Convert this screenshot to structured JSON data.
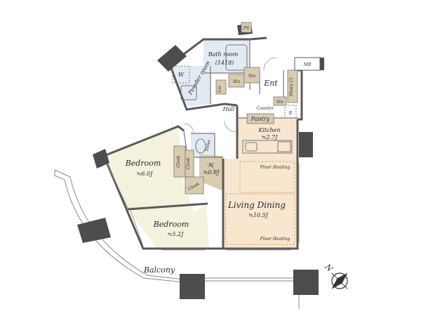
{
  "colors": {
    "wall": "#5a5a5a",
    "wall_dark": "#4d4d4d",
    "bedroom": "#f4f1dc",
    "living": "#f8e6cf",
    "wet_area": "#e2eaf3",
    "storage": "#d8cbb0",
    "floor_heating_line": "#d8a86a",
    "line": "#777777"
  },
  "rooms": {
    "bathroom": {
      "name": "Bath room",
      "size": "(1418)"
    },
    "powder": {
      "name": "Powder room"
    },
    "washer": {
      "name": "W"
    },
    "lin": {
      "name": "Lin"
    },
    "sto1": {
      "name": "Sto"
    },
    "sto2": {
      "name": "Sto"
    },
    "sto3": {
      "name": "Sto"
    },
    "ps": {
      "name": "PS"
    },
    "entrance": {
      "name": "Ent"
    },
    "shoes": {
      "name": "Shoes Cl."
    },
    "mb": {
      "name": "MB"
    },
    "hall": {
      "name": "Hall"
    },
    "counter": {
      "name": "Counter"
    },
    "r": {
      "name": "R"
    },
    "pantry": {
      "name": "Pantry"
    },
    "kitchen": {
      "name": "Kitchen",
      "size": "≒2.7J"
    },
    "toilet": {
      "name": "Toilet"
    },
    "cloak1": {
      "name": "Cloak"
    },
    "cloak2": {
      "name": "Cloak"
    },
    "cloak3": {
      "name": "Cloak"
    },
    "n": {
      "name": "N",
      "size": "≒0.9J"
    },
    "bedroom1": {
      "name": "Bedroom",
      "size": "≒6.0J"
    },
    "bedroom2": {
      "name": "Bedroom",
      "size": "≒5.2J"
    },
    "living": {
      "name": "Living Dining",
      "size": "≒10.5J"
    },
    "floor_heating_1": "Floor Heating",
    "floor_heating_2": "Floor Heating",
    "balcony": {
      "name": "Balcony"
    }
  },
  "compass": {
    "label": "N"
  }
}
